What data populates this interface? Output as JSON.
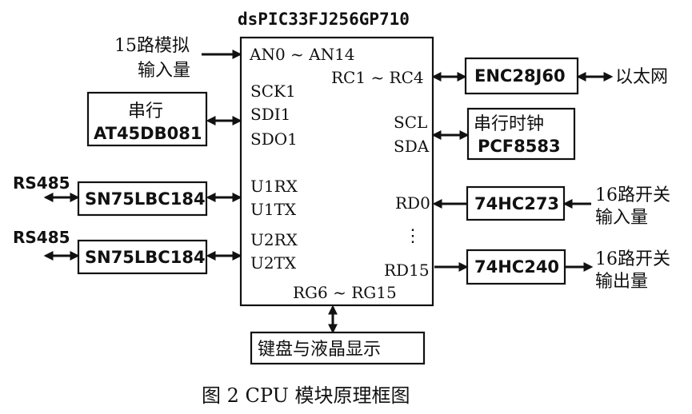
{
  "chip": {
    "title": "dsPIC33FJ256GP710",
    "left_pins": [
      "AN0 ~ AN14",
      "SCK1",
      "SDI1",
      "SDO1",
      "U1RX",
      "U1TX",
      "U2RX",
      "U2TX"
    ],
    "right_pins": [
      "RC1 ~ RC4",
      "SCL",
      "SDA",
      "RD0",
      "⋮",
      "RD15"
    ],
    "bottom_pin": "RG6 ~ RG15"
  },
  "left_side": {
    "analog_input_line1": "15路模拟",
    "analog_input_line2": "输入量",
    "serial_box_line1": "串行",
    "serial_box_line2": "AT45DB081",
    "rs485_1_label": "RS485",
    "transceiver_1": "SN75LBC184",
    "rs485_2_label": "RS485",
    "transceiver_2": "SN75LBC184"
  },
  "right_side": {
    "ethernet_chip": "ENC28J60",
    "ethernet_label": "以太网",
    "clock_line1": "串行时钟",
    "clock_line2": "PCF8583",
    "input_chip": "74HC273",
    "input_line1": "16路开关",
    "input_line2": "输入量",
    "output_chip": "74HC240",
    "output_line1": "16路开关",
    "output_line2": "输出量"
  },
  "bottom": {
    "display_box": "键盘与液晶显示",
    "caption": "图 2  CPU 模块原理框图"
  }
}
